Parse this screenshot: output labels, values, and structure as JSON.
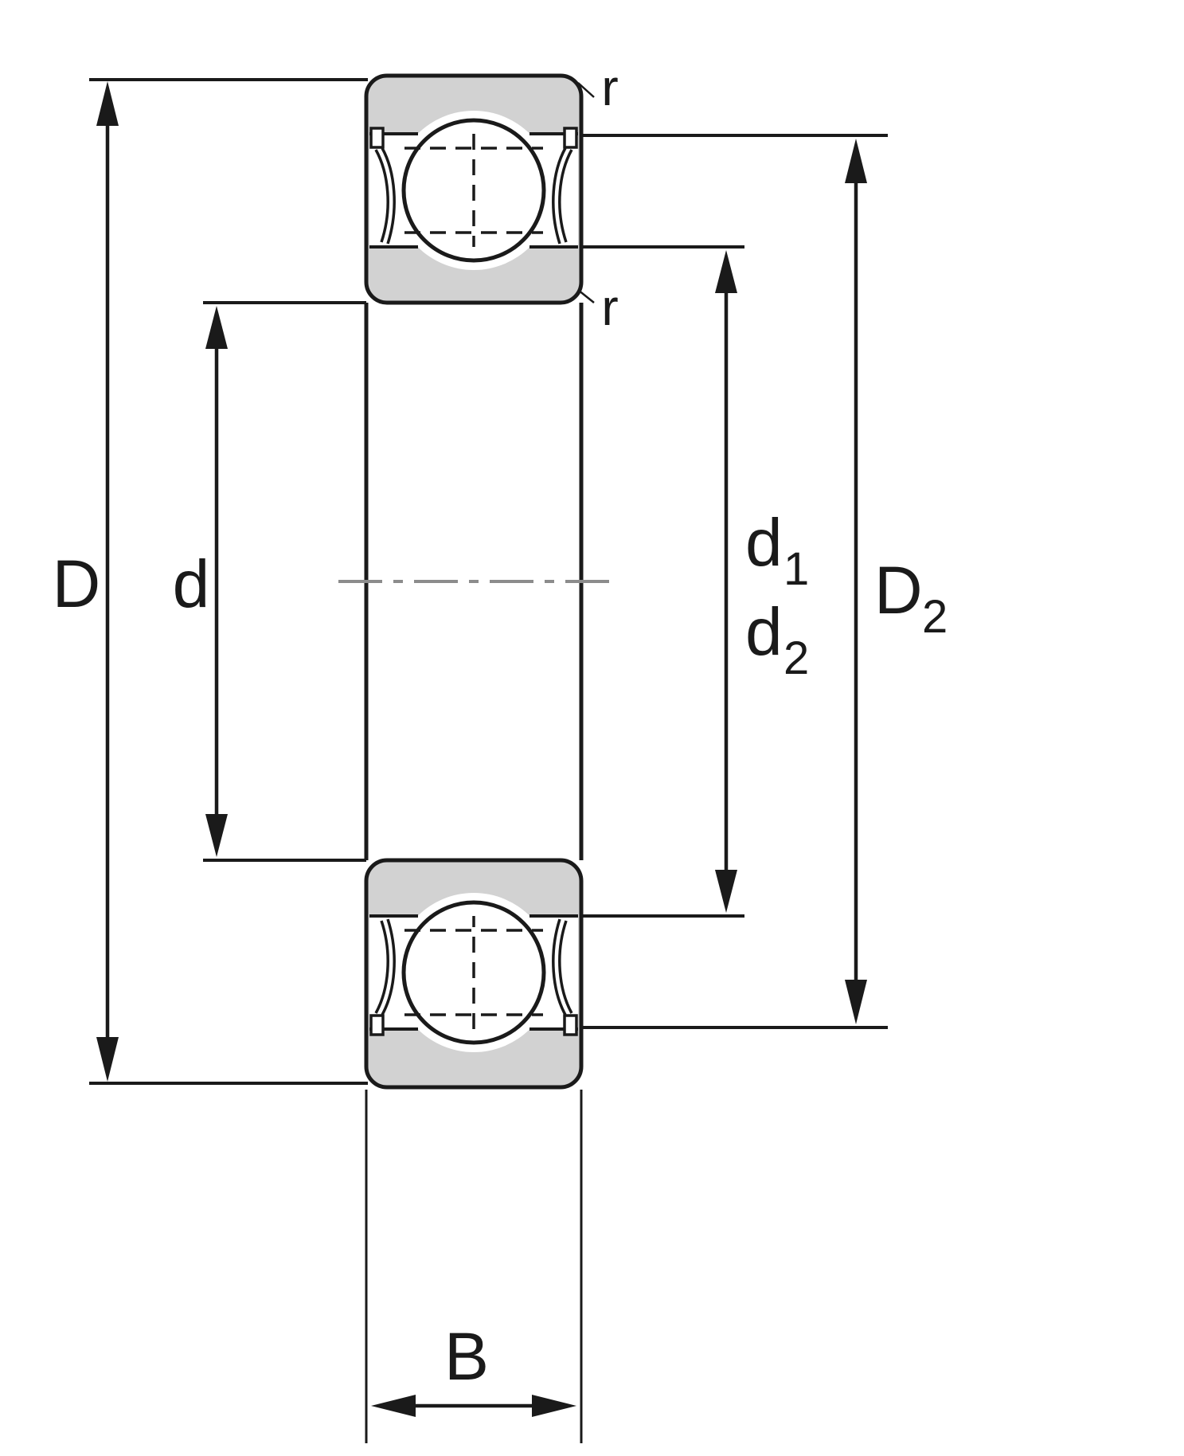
{
  "diagram": {
    "dimension_labels": {
      "D": "D",
      "d": "d",
      "d1_base": "d",
      "d1_sub": "1",
      "d2_base": "d",
      "d2_sub": "2",
      "D2_base": "D",
      "D2_sub": "2",
      "B": "B",
      "r_top": "r",
      "r_bottom": "r"
    },
    "colors": {
      "line": "#1a1a1a",
      "ring_fill": "#d2d2d2",
      "centerline": "#8c8c8c",
      "extension_line": "#999999",
      "background": "#ffffff"
    }
  }
}
